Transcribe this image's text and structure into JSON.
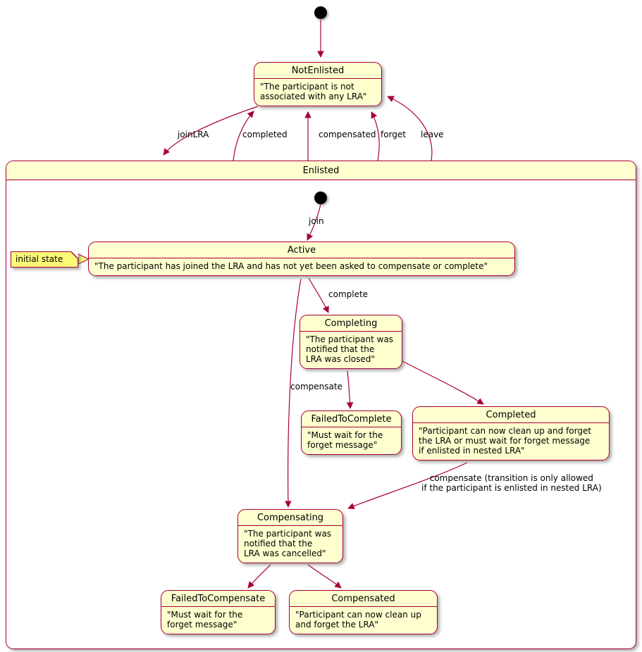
{
  "colors": {
    "state_fill": "#FEFECE",
    "state_border": "#A80036",
    "arrow": "#A80036",
    "note_fill": "#FBFB77",
    "initial_dot": "#000000"
  },
  "states": {
    "not_enlisted": {
      "title": "NotEnlisted",
      "description": "\"The participant is not\nassociated with any LRA\""
    },
    "enlisted": {
      "title": "Enlisted"
    },
    "active": {
      "title": "Active",
      "description": "\"The participant has joined the LRA and has not yet been asked to compensate or complete\""
    },
    "completing": {
      "title": "Completing",
      "description": "\"The participant was\nnotified that the\nLRA was closed\""
    },
    "failed_to_complete": {
      "title": "FailedToComplete",
      "description": "\"Must wait for the\nforget message\""
    },
    "completed": {
      "title": "Completed",
      "description": "\"Participant can now clean up and forget\nthe LRA or must wait for forget message\nif enlisted in nested LRA\""
    },
    "compensating": {
      "title": "Compensating",
      "description": "\"The participant was\nnotified that the\nLRA was cancelled\""
    },
    "failed_to_compensate": {
      "title": "FailedToCompensate",
      "description": "\"Must wait for the\nforget message\""
    },
    "compensated": {
      "title": "Compensated",
      "description": "\"Participant can now clean up\nand forget the LRA\""
    }
  },
  "transitions": {
    "join_lra": "joinLRA",
    "completed": "completed",
    "compensated": "compensated",
    "forget": "forget",
    "leave": "leave",
    "join": "join",
    "complete": "complete",
    "compensate": "compensate",
    "compensate_nested": "compensate (transition is only allowed\nif the participant is enlisted in nested LRA)"
  },
  "note": {
    "text": "initial state"
  }
}
